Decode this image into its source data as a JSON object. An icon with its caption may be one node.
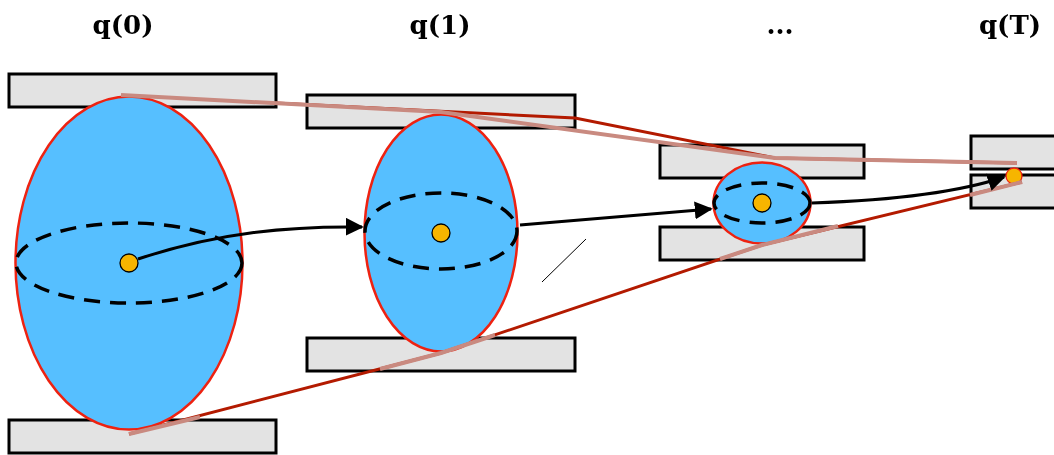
{
  "diagram": {
    "nodes": [
      {
        "text": [],
        "shape": "ellipse"
      },
      {
        "text": [],
        "shape": "circle",
        "in": 0
      },
      {
        "text": [],
        "shape": "ellipse"
      },
      {
        "text": [],
        "shape": "circle",
        "in": 2
      },
      {
        "text": [],
        "shape": "ellipse"
      },
      {
        "text": [],
        "shape": "circle",
        "in": 4
      },
      {
        "text": [],
        "shape": "circle"
      }
    ],
    "edges": [
      {
        "from": 1,
        "to": 2,
        "arrow": "to"
      },
      {
        "from": 2,
        "to": 4,
        "arrow": "to"
      },
      {
        "from": 4,
        "to": 6,
        "arrow": "to"
      }
    ],
    "labels": [
      "q(0)",
      "q(1)",
      "...",
      "q(T)"
    ]
  }
}
